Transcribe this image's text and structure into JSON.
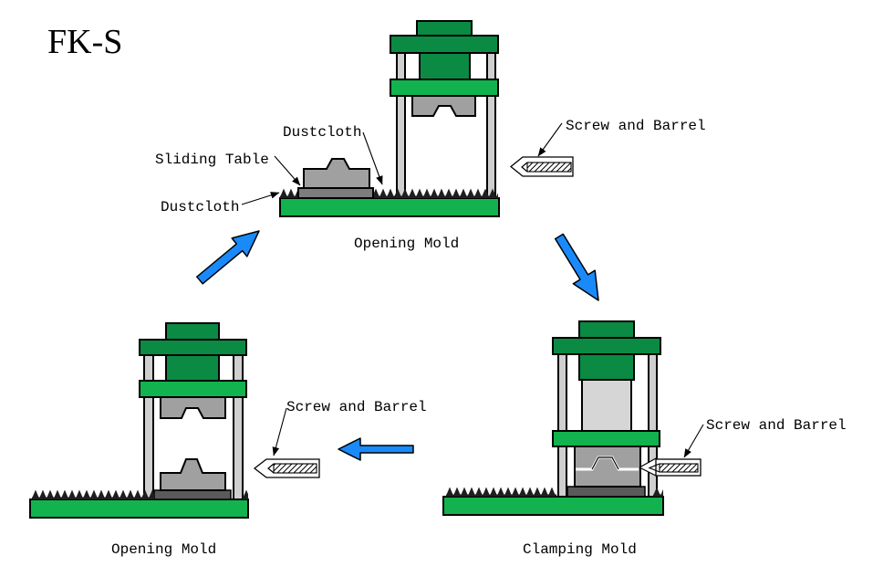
{
  "title": "FK-S",
  "colors": {
    "background": "#ffffff",
    "dark_green": "#0a8a43",
    "bright_green": "#12b24e",
    "column_gray": "#cfcfcf",
    "piston_gray": "#d6d6d6",
    "mold_gray": "#a0a0a0",
    "table_gray": "#7d7d7d",
    "plate_gray": "#5a5a5a",
    "dustcloth_black": "#1e1e1e",
    "arrow_blue": "#1a8afb",
    "barrel_fill": "#ffffff",
    "outline": "#000000",
    "label_color": "#000000"
  },
  "machines": {
    "top": {
      "caption": "Opening Mold"
    },
    "bottom_left": {
      "caption": "Opening Mold"
    },
    "bottom_right": {
      "caption": "Clamping Mold"
    }
  },
  "annotations": {
    "dustcloth_upper": "Dustcloth",
    "sliding_table": "Sliding Table",
    "dustcloth_lower": "Dustcloth",
    "screw_and_barrel_top": "Screw and Barrel",
    "screw_and_barrel_left": "Screw and Barrel",
    "screw_and_barrel_right": "Screw and Barrel"
  }
}
